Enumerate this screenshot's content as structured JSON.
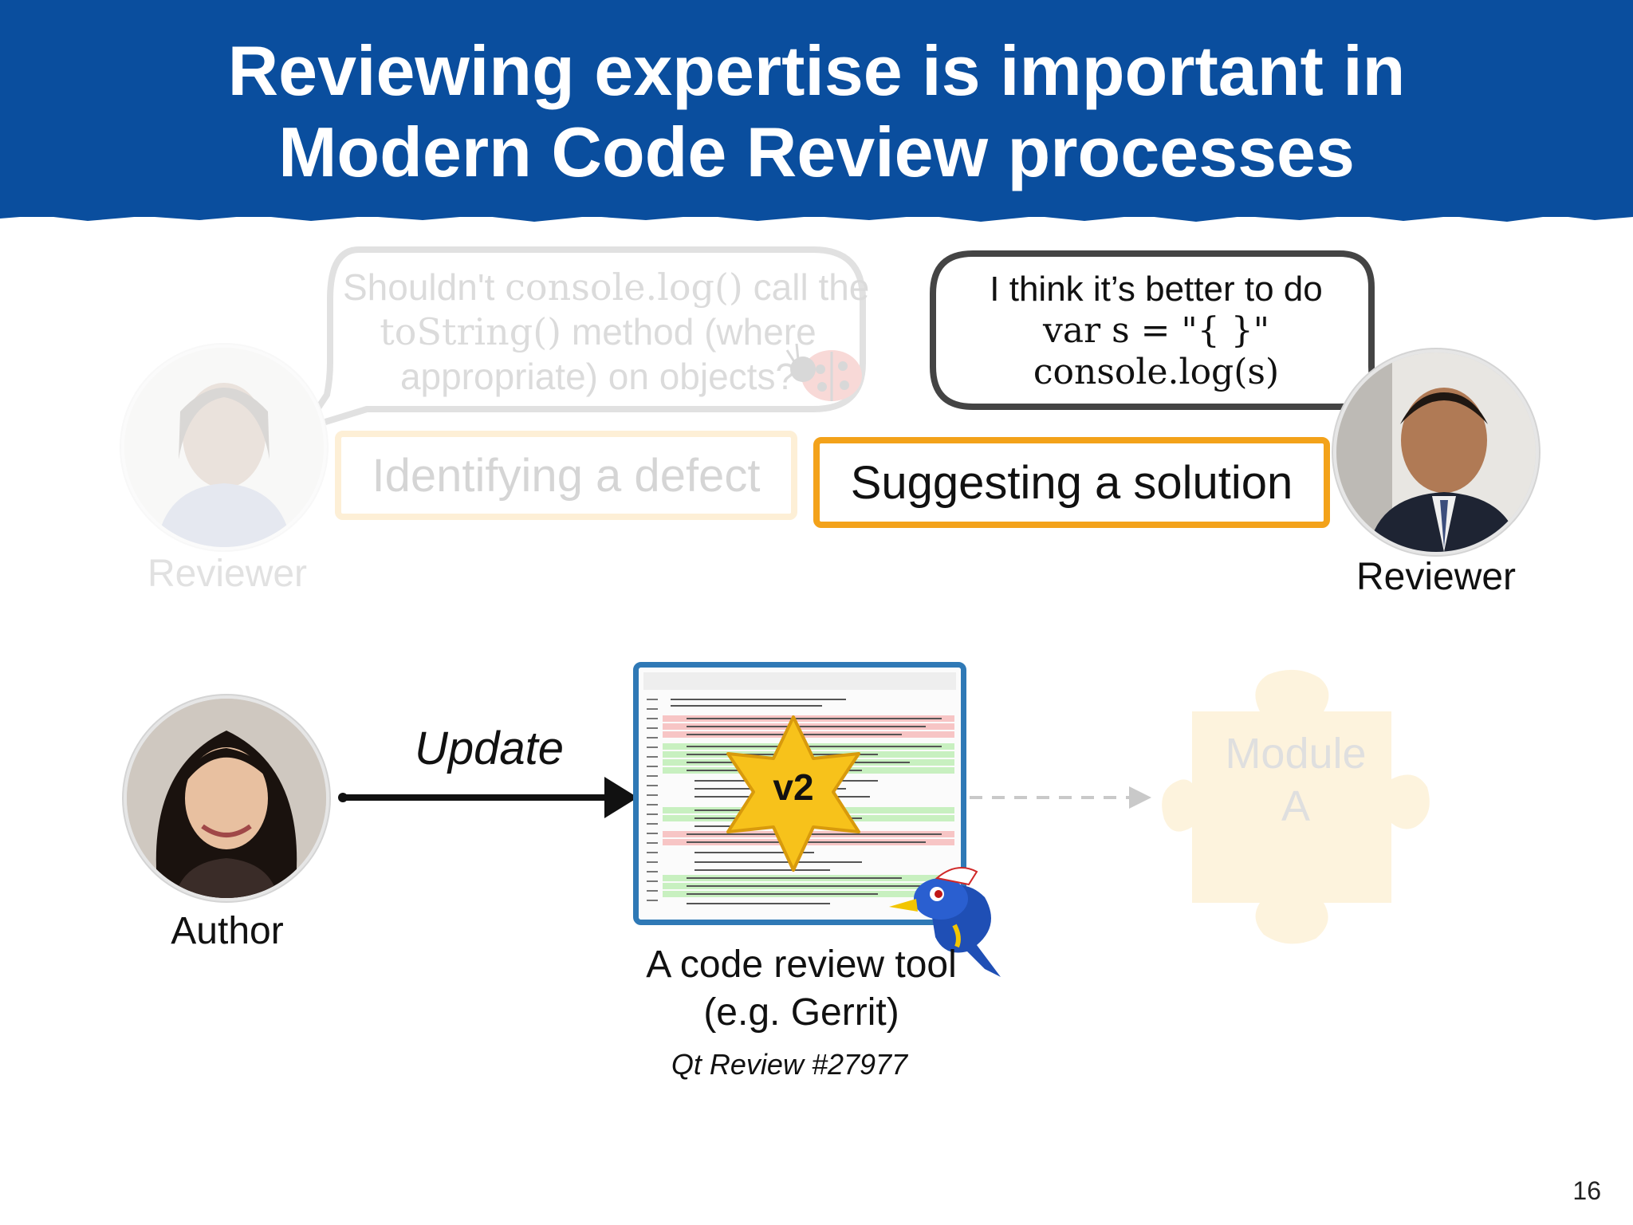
{
  "title": {
    "line1": "Reviewing expertise is important in",
    "line2": "Modern Code Review processes"
  },
  "left_reviewer": {
    "comment_parts": [
      "Shouldn't ",
      "console.log()",
      " call the",
      "toString()",
      " method (where",
      "appropriate) on objects?"
    ],
    "label": "Identifying a defect",
    "role": "Reviewer",
    "icon": "ladybug-icon"
  },
  "right_reviewer": {
    "comment_line1": "I think it’s better to do",
    "comment_code1": "var s = \"{ }\"",
    "comment_code2": "console.log(s)",
    "label": "Suggesting a solution",
    "role": "Reviewer"
  },
  "author": {
    "role": "Author"
  },
  "flow": {
    "arrow_label": "Update"
  },
  "tool": {
    "badge": "v2",
    "caption_line1": "A code review tool",
    "caption_line2": "(e.g. Gerrit)",
    "reference": "Qt Review #27977",
    "mascot_icon": "gerrit-bird-icon"
  },
  "module": {
    "line1": "Module",
    "line2": "A"
  },
  "page_number": "16",
  "colors": {
    "header": "#0a4e9e",
    "highlight_border": "#f3a21a",
    "tool_border": "#2f79b6",
    "star": "#f7c21b"
  }
}
